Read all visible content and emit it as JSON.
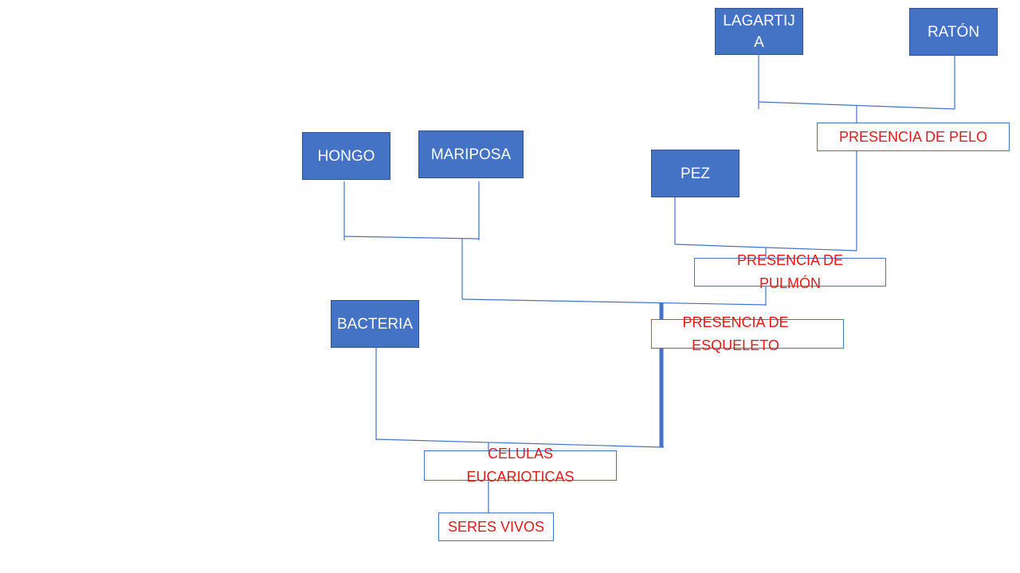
{
  "diagram": {
    "taxa": {
      "lagartija": "LAGARTIJA",
      "raton": "RATÓN",
      "hongo": "HONGO",
      "mariposa": "MARIPOSA",
      "pez": "PEZ",
      "bacteria": "BACTERIA"
    },
    "traits": {
      "pelo": "PRESENCIA DE PELO",
      "pulmon": "PRESENCIA DE PULMÓN",
      "esqueleto": "PRESENCIA DE ESQUELETO",
      "eucariotas": "CELULAS EUCARIOTICAS",
      "seres_vivos": "SERES VIVOS"
    },
    "colors": {
      "taxon_fill": "#4472c4",
      "taxon_text": "#ffffff",
      "trait_text": "#e31a1a",
      "line": "#4472c4"
    }
  }
}
